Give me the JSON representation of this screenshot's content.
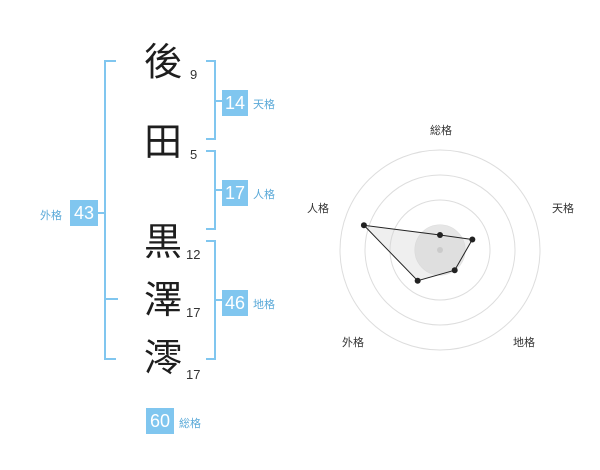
{
  "characters": [
    {
      "char": "後",
      "strokes": "9"
    },
    {
      "char": "田",
      "strokes": "5"
    },
    {
      "char": "黒",
      "strokes": "12"
    },
    {
      "char": "澤",
      "strokes": "17"
    },
    {
      "char": "澪",
      "strokes": "17"
    }
  ],
  "fortune": {
    "tenkaku": {
      "value": "14",
      "label": "天格"
    },
    "jinkaku": {
      "value": "17",
      "label": "人格"
    },
    "chikaku": {
      "value": "46",
      "label": "地格"
    },
    "gaikaku": {
      "value": "43",
      "label": "外格"
    },
    "soukaku": {
      "value": "60",
      "label": "総格"
    }
  },
  "colors": {
    "accent": "#80c6ef",
    "label": "#5aa9d8",
    "chart_line": "#222222",
    "chart_fill": "#e6e6e6"
  },
  "chart_data": {
    "type": "radar",
    "axes": [
      "総格",
      "天格",
      "地格",
      "外格",
      "人格"
    ],
    "rings": 4,
    "values": [
      0.15,
      0.34,
      0.25,
      0.38,
      0.8
    ]
  }
}
